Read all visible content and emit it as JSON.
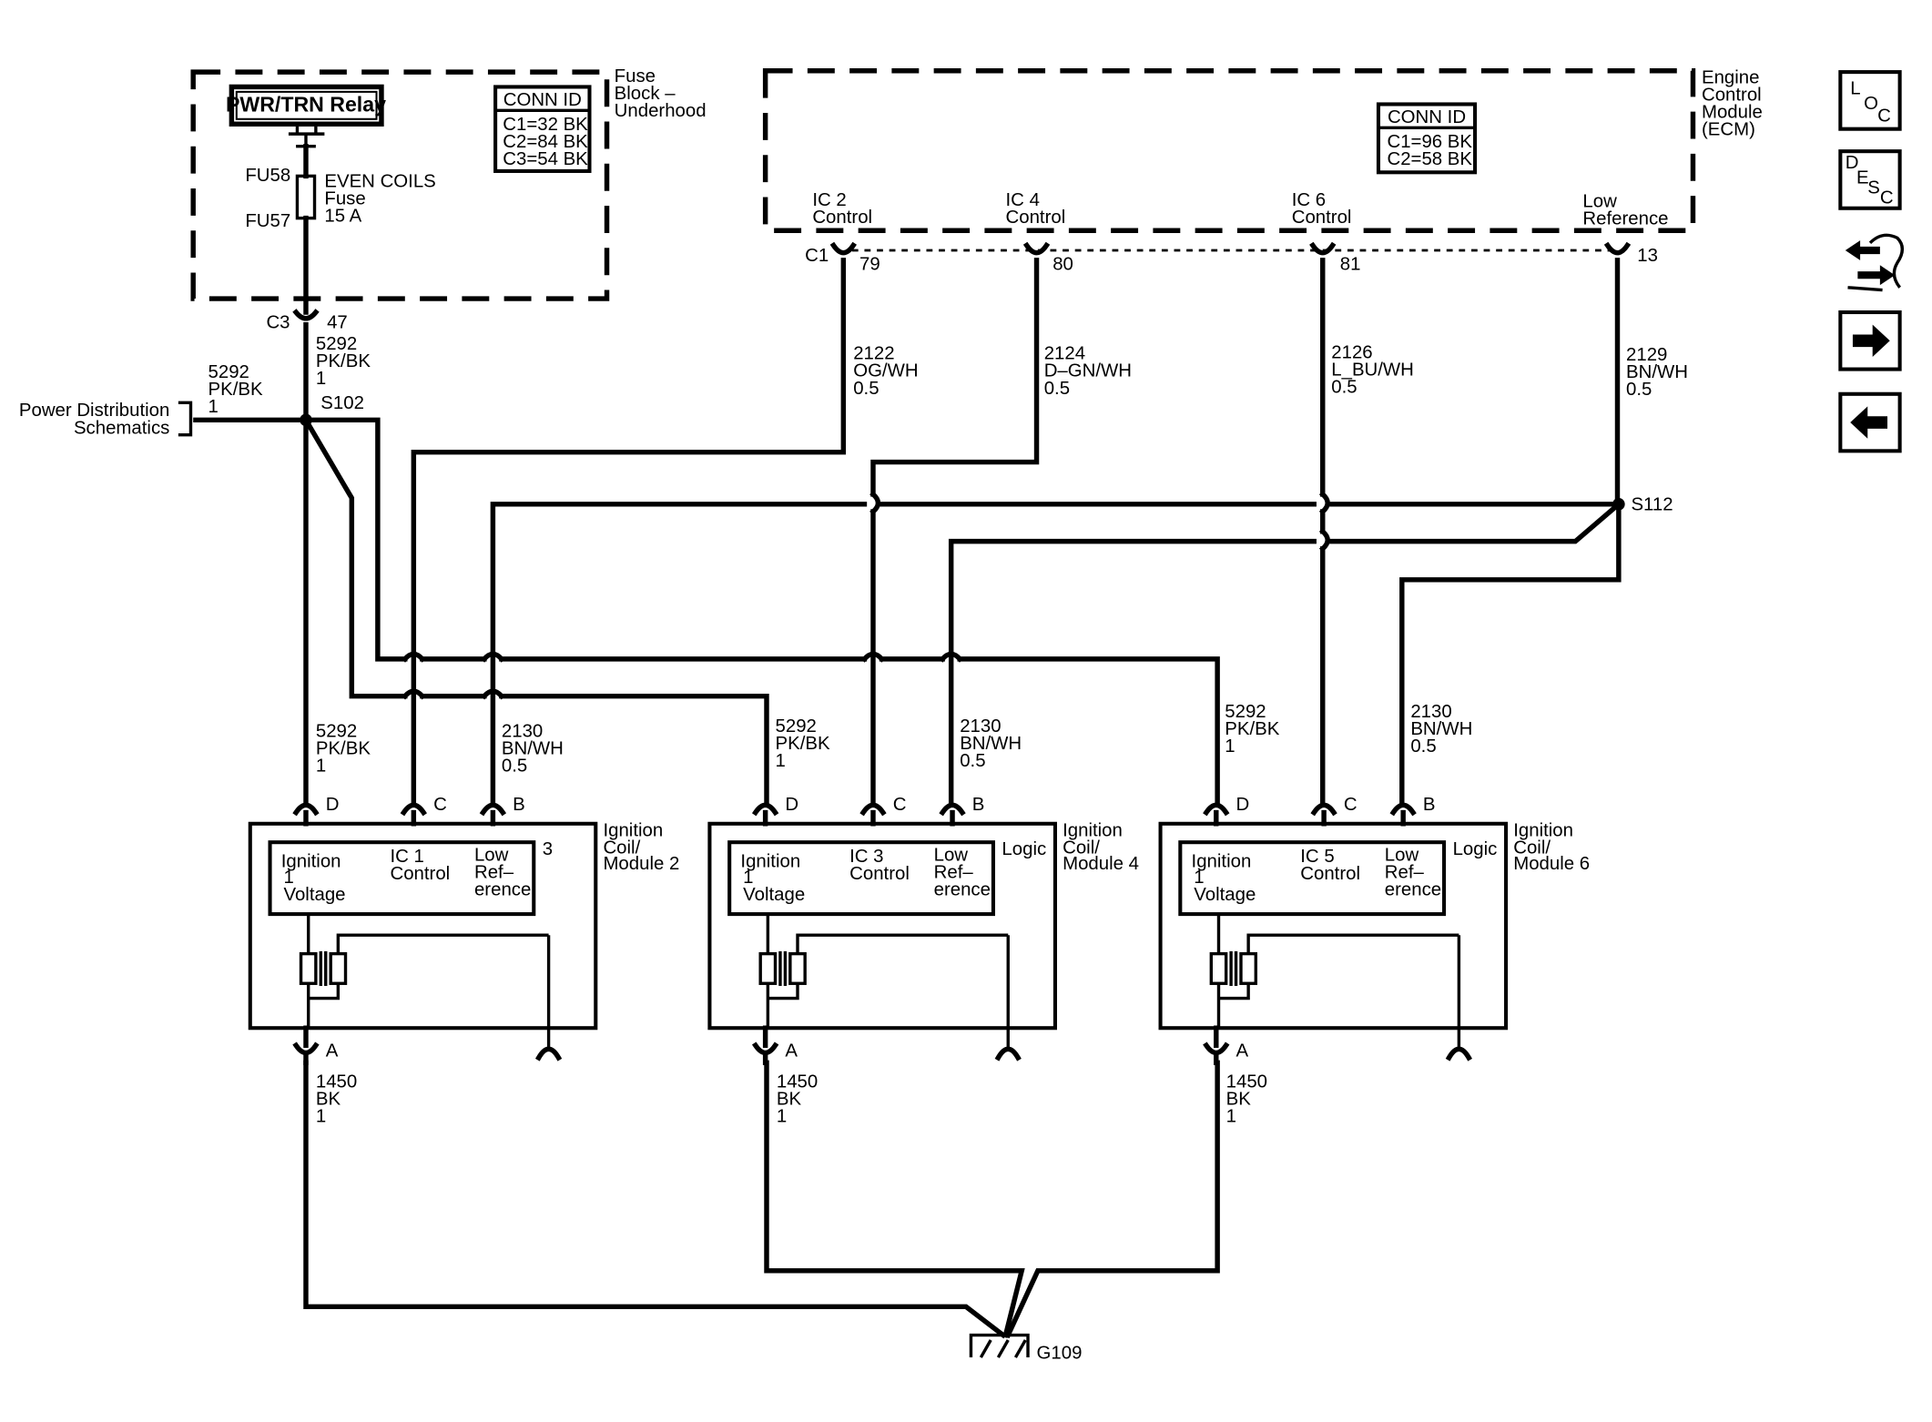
{
  "fuse_block": {
    "relay": "PWR/TRN Relay",
    "conn_title": "CONN ID",
    "conns": [
      "C1=32 BK",
      "C2=84 BK",
      "C3=54 BK"
    ],
    "name": [
      "Fuse",
      "Block –",
      "Underhood"
    ],
    "fu_top": "FU58",
    "fu_bot": "FU57",
    "fuse_label": [
      "EVEN COILS",
      "Fuse",
      "15 A"
    ],
    "conn": "C3",
    "pin": "47"
  },
  "ecm": {
    "name": [
      "Engine",
      "Control",
      "Module",
      "(ECM)"
    ],
    "conn_title": "CONN ID",
    "conns": [
      "C1=96 BK",
      "C2=58 BK"
    ],
    "conn": "C1",
    "pins": [
      {
        "label": [
          "IC 2",
          "Control"
        ],
        "pin": "79"
      },
      {
        "label": [
          "IC 4",
          "Control"
        ],
        "pin": "80"
      },
      {
        "label": [
          "IC 6",
          "Control"
        ],
        "pin": "81"
      },
      {
        "label": [
          "Low",
          "Reference"
        ],
        "pin": "13"
      }
    ]
  },
  "wires": {
    "w5292_main": [
      "5292",
      "PK/BK",
      "1"
    ],
    "w5292_left": [
      "5292",
      "PK/BK",
      "1"
    ],
    "pds": [
      "Power Distribution",
      "Schematics"
    ],
    "s102": "S102",
    "s112": "S112",
    "w2122": [
      "2122",
      "OG/WH",
      "0.5"
    ],
    "w2124": [
      "2124",
      "D–GN/WH",
      "0.5"
    ],
    "w2126": [
      "2126",
      "L_BU/WH",
      "0.5"
    ],
    "w2129": [
      "2129",
      "BN/WH",
      "0.5"
    ],
    "coil2_d": [
      "5292",
      "PK/BK",
      "1"
    ],
    "coil2_b": [
      "2130",
      "BN/WH",
      "0.5"
    ],
    "coil4_d": [
      "5292",
      "PK/BK",
      "1"
    ],
    "coil4_b": [
      "2130",
      "BN/WH",
      "0.5"
    ],
    "coil6_d": [
      "5292",
      "PK/BK",
      "1"
    ],
    "coil6_b": [
      "2130",
      "BN/WH",
      "0.5"
    ],
    "ground_wire": [
      "1450",
      "BK",
      "1"
    ],
    "ground": "G109"
  },
  "coils": [
    {
      "name": [
        "Ignition",
        "Coil/",
        "Module 2"
      ],
      "ic": [
        "IC 1",
        "Control"
      ],
      "tag": "3"
    },
    {
      "name": [
        "Ignition",
        "Coil/",
        "Module 4"
      ],
      "ic": [
        "IC 3",
        "Control"
      ],
      "tag": "Logic"
    },
    {
      "name": [
        "Ignition",
        "Coil/",
        "Module 6"
      ],
      "ic": [
        "IC 5",
        "Control"
      ],
      "tag": "Logic"
    }
  ],
  "coil_common": {
    "ign": [
      "Ignition",
      "1",
      "Voltage"
    ],
    "low": [
      "Low",
      "Ref–",
      "erence"
    ],
    "pins": [
      "D",
      "C",
      "B",
      "A"
    ]
  },
  "nav": {
    "loc": [
      "L",
      "O",
      "C"
    ],
    "desc": [
      "D",
      "E",
      "S",
      "C"
    ],
    "icons": [
      "connector-swap-icon",
      "arrow-right-icon",
      "arrow-left-icon"
    ]
  }
}
